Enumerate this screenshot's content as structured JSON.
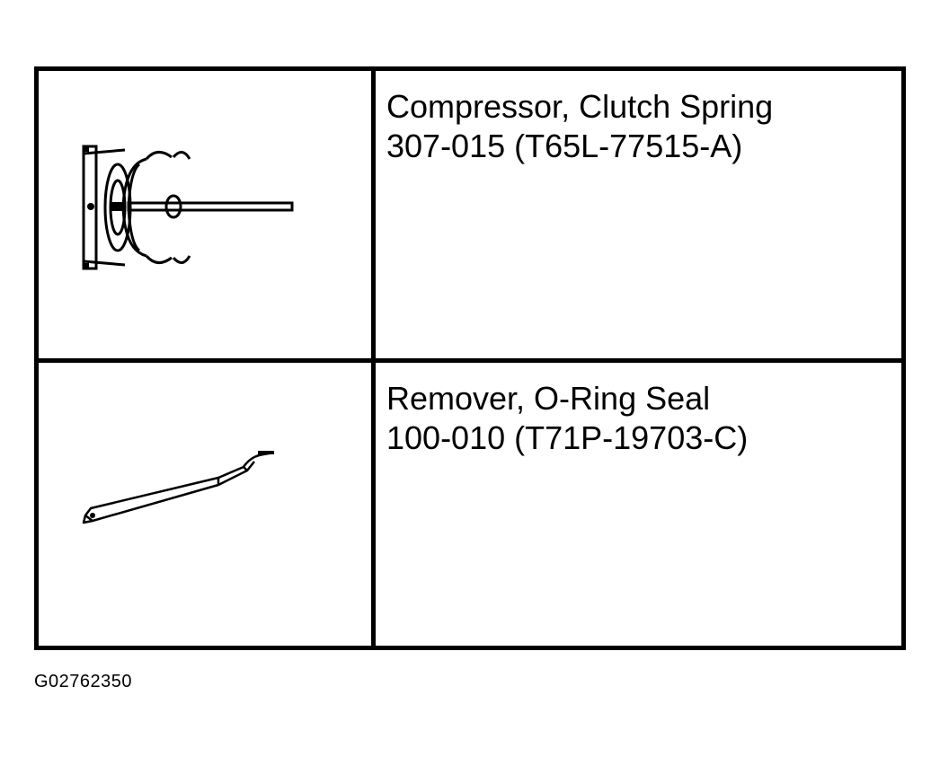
{
  "tools": [
    {
      "name": "Compressor, Clutch Spring",
      "number": "307-015 (T65L-77515-A)",
      "illustration_icon": "clutch-spring-compressor-icon"
    },
    {
      "name": "Remover, O-Ring Seal",
      "number": "100-010 (T71P-19703-C)",
      "illustration_icon": "o-ring-seal-remover-icon"
    }
  ],
  "figure_id": "G02762350"
}
